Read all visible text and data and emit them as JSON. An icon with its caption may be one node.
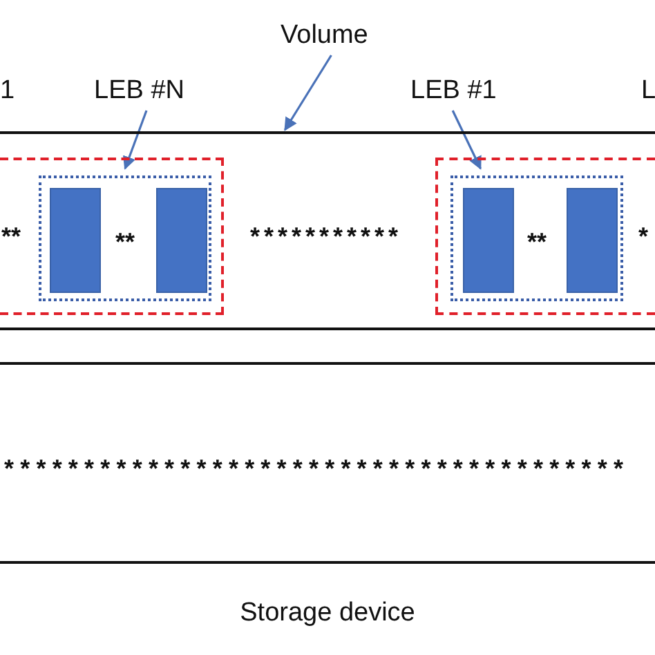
{
  "diagram": {
    "nodes": [
      {
        "text": [
          "Volume"
        ]
      },
      {
        "text": [
          "LEB #N"
        ]
      },
      {
        "text": [
          "LEB #1"
        ]
      },
      {
        "text": [],
        "shape": "box"
      },
      {
        "text": [],
        "shape": "box",
        "in": 3
      },
      {
        "text": [
          "**"
        ],
        "in": 4
      },
      {
        "text": [],
        "shape": "bar",
        "in": 5
      },
      {
        "text": [],
        "shape": "bar",
        "in": 5
      },
      {
        "text": [],
        "shape": "box",
        "in": 3
      },
      {
        "text": [
          "**"
        ],
        "in": 8
      },
      {
        "text": [],
        "shape": "bar",
        "in": 9
      },
      {
        "text": [],
        "shape": "bar",
        "in": 9
      },
      {
        "text": [
          "Storage device"
        ]
      }
    ],
    "edges": [
      {
        "from": 0,
        "to": 3,
        "arrow": "to"
      },
      {
        "from": 1,
        "to": 5,
        "arrow": "to"
      },
      {
        "from": 2,
        "to": 9,
        "arrow": "to"
      }
    ],
    "labels": [
      "1",
      "L",
      "**",
      "***********",
      "*",
      "***************************************"
    ]
  }
}
